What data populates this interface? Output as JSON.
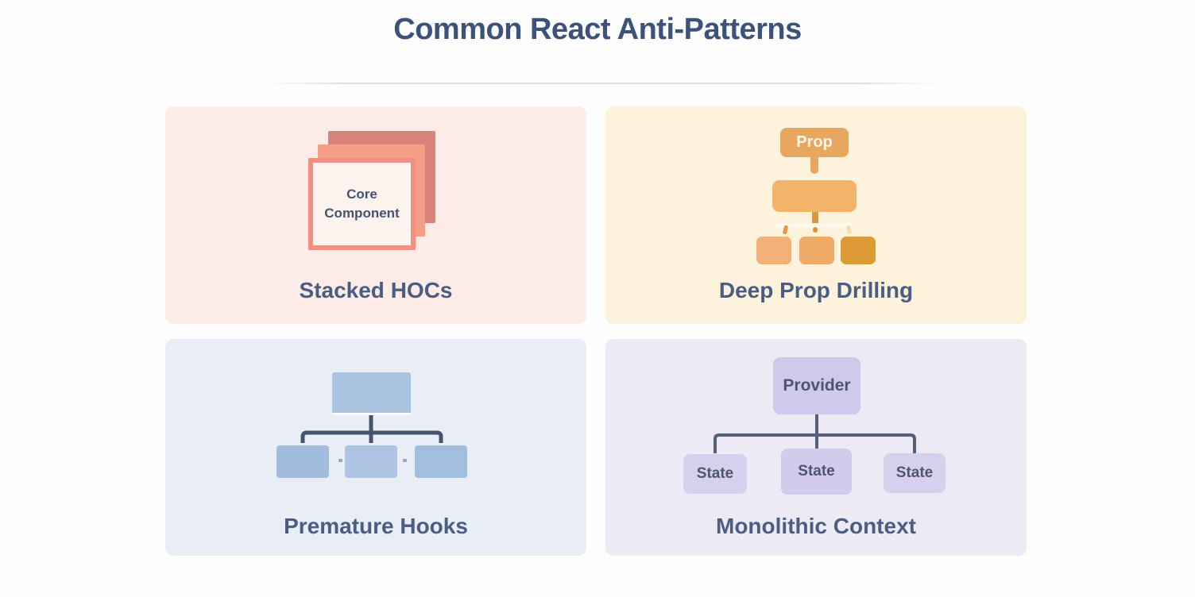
{
  "header": {
    "title": "Common React Anti-Patterns"
  },
  "panels": {
    "stacked_hocs": {
      "label": "Stacked HOCs",
      "bg": "#fcebe6",
      "core_component_label": "Core Component",
      "stack_colors": [
        "#d9827b",
        "#f49d87",
        "#f29080"
      ]
    },
    "deep_prop_drilling": {
      "label": "Deep Prop Drilling",
      "bg": "#fdf3dd",
      "prop_label": "Prop",
      "node_colors": [
        "#e8a75f",
        "#f2b469",
        "#f3b17a",
        "#f0ab69",
        "#dc9a36"
      ]
    },
    "premature_hooks": {
      "label": "Premature Hooks",
      "bg": "#e9eef6",
      "node_color": "#a9c3e1",
      "connector_color": "#46536e"
    },
    "monolithic_context": {
      "label": "Monolithic Context",
      "bg": "#edeaf6",
      "provider_label": "Provider",
      "state_labels": [
        "State",
        "State",
        "State"
      ],
      "node_color": "#cfc9eb",
      "connector_color": "#545f7a"
    }
  },
  "colors": {
    "title_text": "#3c5279",
    "panel_label_text": "#4a5d82",
    "node_text": "#46536f"
  }
}
